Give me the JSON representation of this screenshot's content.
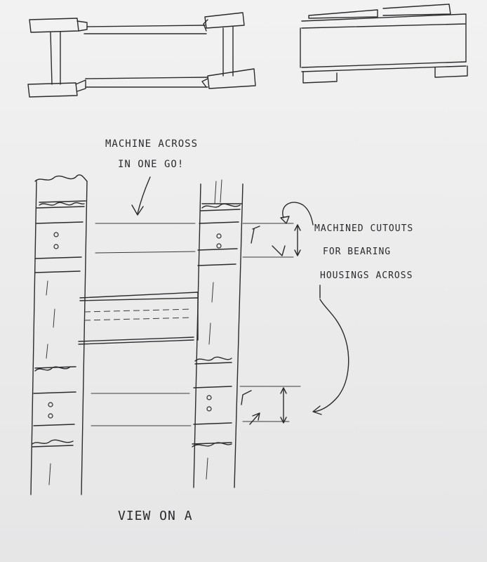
{
  "annotations": {
    "machine_line1": "MACHINE ACROSS",
    "machine_line2": "IN ONE GO!",
    "cutouts_line1": "MACHINED CUTOUTS",
    "cutouts_line2": "FOR BEARING",
    "cutouts_line3": "HOUSINGS ACROSS",
    "view_label": "VIEW ON A"
  },
  "colors": {
    "paper": "#ececec",
    "ink": "#2b2b2e"
  }
}
